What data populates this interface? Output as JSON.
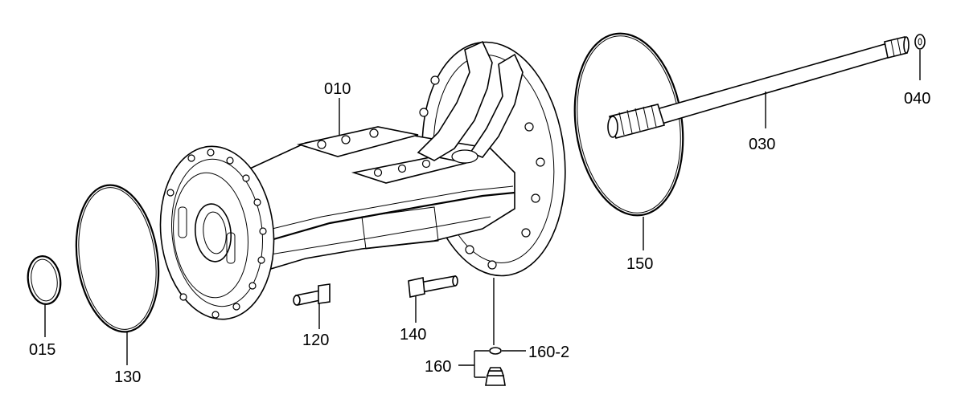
{
  "diagram": {
    "labels": {
      "p010": "010",
      "p015": "015",
      "p030": "030",
      "p040": "040",
      "p120": "120",
      "p130": "130",
      "p140": "140",
      "p150": "150",
      "p160": "160",
      "p160_2": "160-2"
    },
    "colors": {
      "stroke": "#000000",
      "background": "#ffffff"
    }
  }
}
